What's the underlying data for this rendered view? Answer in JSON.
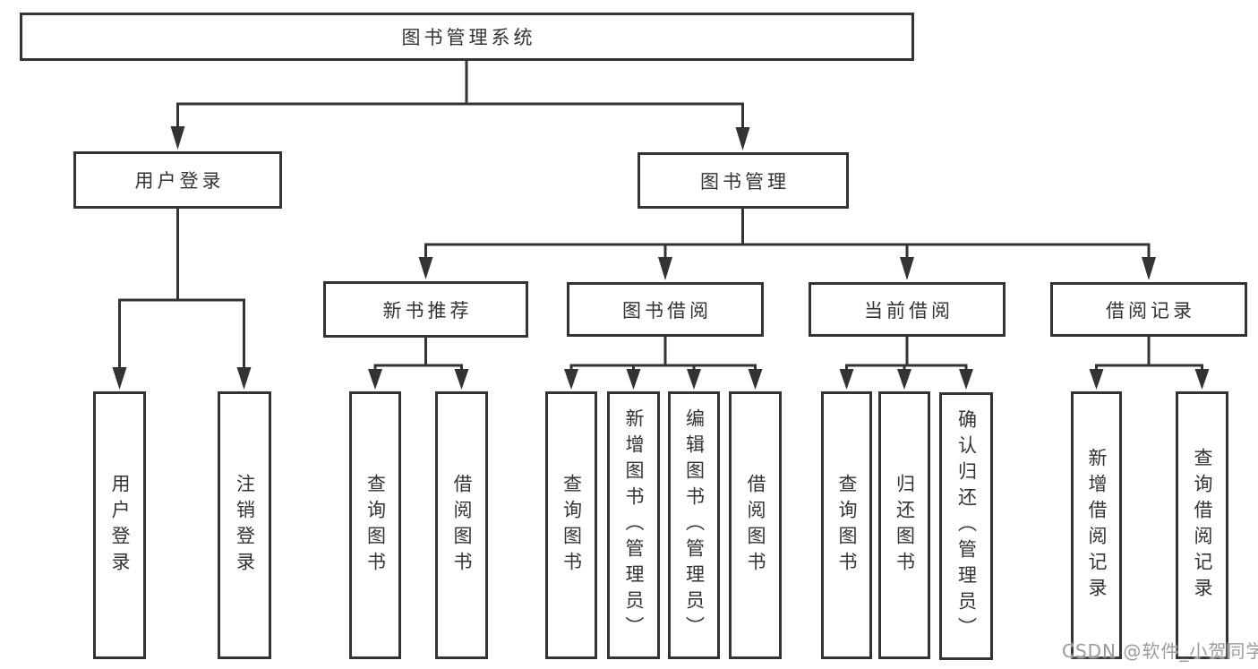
{
  "diagram": {
    "root": {
      "label": "图书管理系统"
    },
    "level2": {
      "user_login": {
        "label": "用户登录"
      },
      "book_mgmt": {
        "label": "图书管理"
      }
    },
    "level3": {
      "new_books": {
        "label": "新书推荐"
      },
      "book_borrow": {
        "label": "图书借阅"
      },
      "current_borrow": {
        "label": "当前借阅"
      },
      "borrow_records": {
        "label": "借阅记录"
      }
    },
    "leaves": {
      "user_login": [
        "用户登录",
        "注销登录"
      ],
      "new_books": [
        "查询图书",
        "借阅图书"
      ],
      "book_borrow": [
        "查询图书",
        "新增图书（管理员）",
        "编辑图书（管理员）",
        "借阅图书"
      ],
      "current_borrow": [
        "查询图书",
        "归还图书",
        "确认归还（管理员）"
      ],
      "borrow_records": [
        "新增借阅记录",
        "查询借阅记录"
      ]
    }
  },
  "watermark": {
    "text": "CSDN @软件_小贺同学"
  },
  "colors": {
    "line": "#333333",
    "node_border": "#333333",
    "text": "#333333",
    "watermark": "#9b9b9b",
    "background": "#ffffff"
  }
}
